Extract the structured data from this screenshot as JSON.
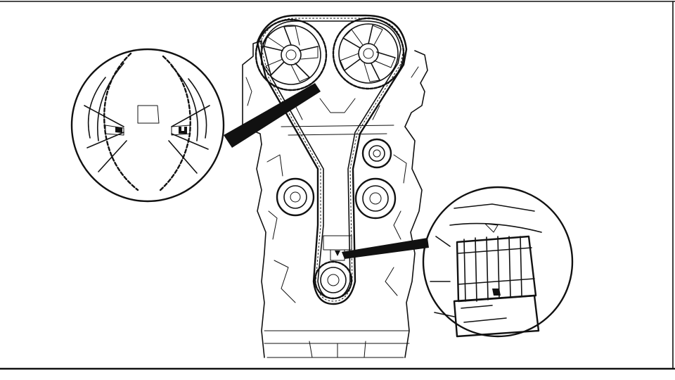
{
  "diagram": {
    "subject": "timing-belt-alignment",
    "ink_color": "#111111",
    "background_color": "#ffffff",
    "border_color": "#111111",
    "callouts": [
      {
        "id": "camshaft-timing-marks",
        "depicts": "camshaft-sprocket-marks-icon"
      },
      {
        "id": "crankshaft-timing-mark",
        "depicts": "crankshaft-sprocket-mark-icon"
      }
    ]
  }
}
